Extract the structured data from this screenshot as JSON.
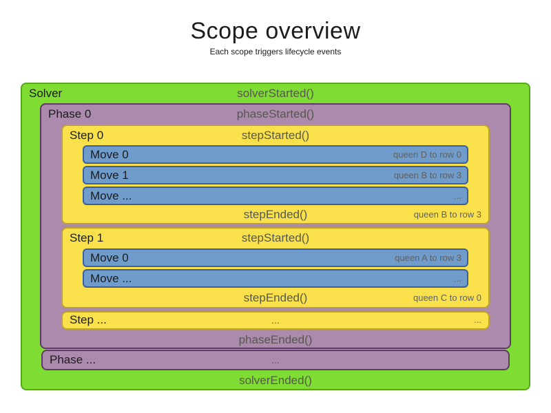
{
  "title": {
    "text": "Scope overview",
    "subtitle": "Each scope triggers lifecycle events"
  },
  "colors": {
    "solver_fill": "#7edc32",
    "solver_border": "#55a81e",
    "phase_fill": "#ab8aad",
    "phase_border": "#5e3a66",
    "step_fill": "#fae14b",
    "step_border": "#bda032",
    "move_fill": "#6f9ccb",
    "move_border": "#3a5f9e",
    "label_text": "#1c1c1c",
    "event_text": "#56584e",
    "detail_text": "#5e6062"
  },
  "solver": {
    "label": "Solver",
    "started_event": "solverStarted()",
    "ended_event": "solverEnded()"
  },
  "phase0": {
    "label": "Phase 0",
    "started_event": "phaseStarted()",
    "ended_event": "phaseEnded()"
  },
  "step0": {
    "label": "Step 0",
    "started_event": "stepStarted()",
    "ended_event": "stepEnded()",
    "ended_detail": "queen B to row 3",
    "moves": [
      {
        "label": "Move 0",
        "detail": "queen D to row 0"
      },
      {
        "label": "Move 1",
        "detail": "queen B to row 3"
      },
      {
        "label": "Move ...",
        "detail": "..."
      }
    ]
  },
  "step1": {
    "label": "Step 1",
    "started_event": "stepStarted()",
    "ended_event": "stepEnded()",
    "ended_detail": "queen C to row 0",
    "moves": [
      {
        "label": "Move 0",
        "detail": "queen A to row 3"
      },
      {
        "label": "Move ...",
        "detail": "..."
      }
    ]
  },
  "step_more": {
    "label": "Step ...",
    "center_ellipsis": "...",
    "right_ellipsis": "..."
  },
  "phase_more": {
    "label": "Phase ...",
    "center_ellipsis": "..."
  }
}
